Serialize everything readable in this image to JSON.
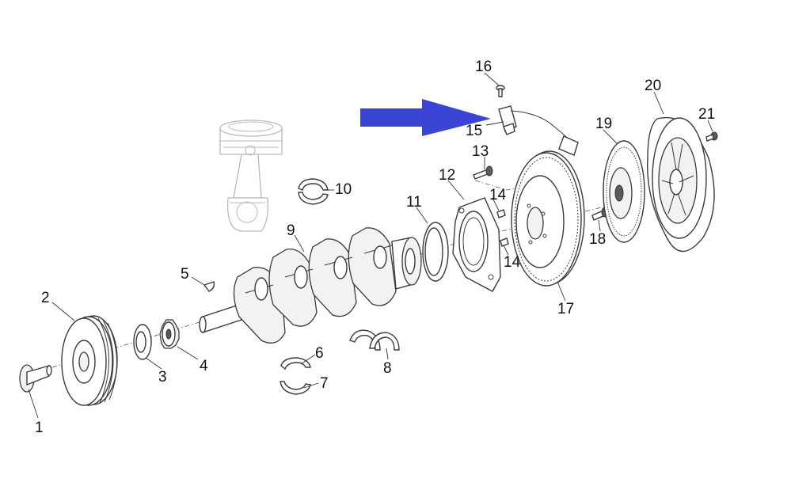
{
  "diagram": {
    "callouts": [
      {
        "id": "callout-1",
        "text": "1"
      },
      {
        "id": "callout-2",
        "text": "2"
      },
      {
        "id": "callout-3",
        "text": "3"
      },
      {
        "id": "callout-4",
        "text": "4"
      },
      {
        "id": "callout-5",
        "text": "5"
      },
      {
        "id": "callout-6",
        "text": "6"
      },
      {
        "id": "callout-7",
        "text": "7"
      },
      {
        "id": "callout-8",
        "text": "8"
      },
      {
        "id": "callout-9",
        "text": "9"
      },
      {
        "id": "callout-10",
        "text": "10"
      },
      {
        "id": "callout-11",
        "text": "11"
      },
      {
        "id": "callout-12",
        "text": "12"
      },
      {
        "id": "callout-13",
        "text": "13"
      },
      {
        "id": "callout-14a",
        "text": "14"
      },
      {
        "id": "callout-14b",
        "text": "14"
      },
      {
        "id": "callout-15",
        "text": "15"
      },
      {
        "id": "callout-16",
        "text": "16"
      },
      {
        "id": "callout-17",
        "text": "17"
      },
      {
        "id": "callout-18",
        "text": "18"
      },
      {
        "id": "callout-19",
        "text": "19"
      },
      {
        "id": "callout-20",
        "text": "20"
      },
      {
        "id": "callout-21",
        "text": "21"
      }
    ],
    "highlight_arrow_color": "#3a43d4"
  }
}
